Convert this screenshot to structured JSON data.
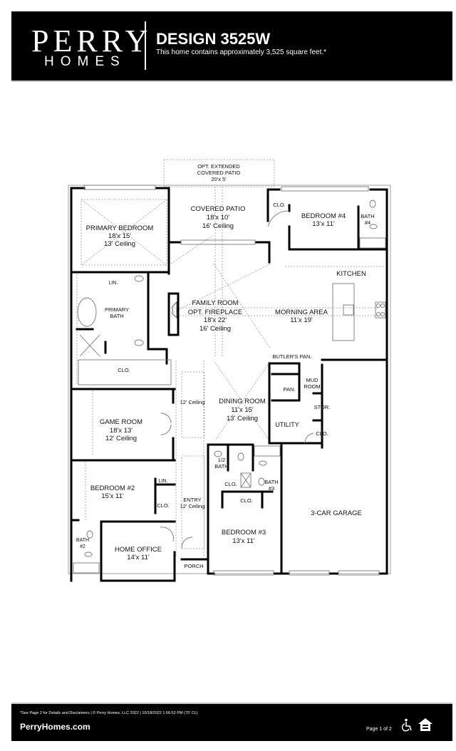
{
  "header": {
    "brand_top": "PERRY",
    "brand_bottom": "HOMES",
    "title": "DESIGN 3525W",
    "subtitle": "This home contains approximately 3,525 square feet.*"
  },
  "rooms": {
    "ext_patio": {
      "name": "OPT. EXTENDED",
      "name2": "COVERED PATIO",
      "dims": "20'x 5'"
    },
    "covered_patio": {
      "name": "COVERED PATIO",
      "dims": "18'x 10'",
      "ceiling": "16' Ceiling"
    },
    "primary_bedroom": {
      "name": "PRIMARY BEDROOM",
      "dims": "18'x 15'",
      "ceiling": "13' Ceiling"
    },
    "bedroom4": {
      "name": "BEDROOM #4",
      "dims": "13'x 11'"
    },
    "bedroom4_closet": {
      "name": "CLO."
    },
    "bath4": {
      "name": "BATH",
      "name2": "#4"
    },
    "kitchen": {
      "name": "KITCHEN"
    },
    "family_room": {
      "name": "FAMILY ROOM",
      "name2": "OPT. FIREPLACE",
      "dims": "18'x 22'",
      "ceiling": "16' Ceiling"
    },
    "morning_area": {
      "name": "MORNING AREA",
      "dims": "11'x 19'"
    },
    "primary_bath": {
      "name": "PRIMARY",
      "name2": "BATH"
    },
    "linen_primary": {
      "name": "LIN."
    },
    "primary_closet": {
      "name": "CLO."
    },
    "butlers_pantry": {
      "name": "BUTLER'S PAN."
    },
    "pantry": {
      "name": "PAN."
    },
    "mud_room": {
      "name": "MUD",
      "name2": "ROOM"
    },
    "storage": {
      "name": "STOR."
    },
    "utility": {
      "name": "UTILITY"
    },
    "utility_closet": {
      "name": "CLO."
    },
    "gallery": {
      "ceiling": "12' Ceiling"
    },
    "dining_room": {
      "name": "DINING ROOM",
      "dims": "11'x 15'",
      "ceiling": "13' Ceiling"
    },
    "game_room": {
      "name": "GAME ROOM",
      "dims": "18'x 13'",
      "ceiling": "12' Ceiling"
    },
    "half_bath": {
      "name": "1/2",
      "name2": "BATH"
    },
    "bath3": {
      "name": "BATH",
      "name2": "#3"
    },
    "bed3_closet_a": {
      "name": "CLO."
    },
    "bed3_closet_b": {
      "name": "CLO."
    },
    "bedroom2": {
      "name": "BEDROOM #2",
      "dims": "15'x 11'"
    },
    "linen_bed2": {
      "name": "LIN."
    },
    "bed2_closet": {
      "name": "CLO."
    },
    "entry": {
      "name": "ENTRY",
      "ceiling": "12' Ceiling"
    },
    "bath2": {
      "name": "BATH",
      "name2": "#2"
    },
    "home_office": {
      "name": "HOME OFFICE",
      "dims": "14'x 11'"
    },
    "porch": {
      "name": "PORCH"
    },
    "bedroom3": {
      "name": "BEDROOM #3",
      "dims": "13'x 11'"
    },
    "garage": {
      "name": "3-CAR GARAGE"
    }
  },
  "footer": {
    "disclaimer": "*See Page 2 for Details and Disclaimers  |  © Perry Homes, LLC 2022  |  10/18/2022 1:06:52 PM (70' CL)",
    "website": "PerryHomes.com",
    "page": "Page 1 of 2",
    "icons": [
      "accessibility-icon",
      "equal-housing-opportunity-icon"
    ]
  }
}
